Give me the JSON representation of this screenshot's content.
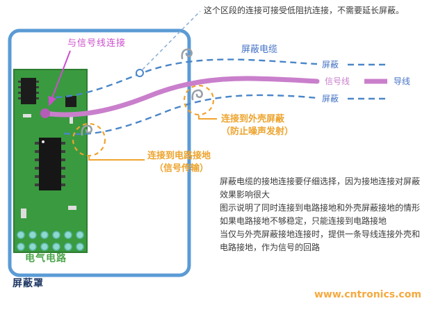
{
  "page": {
    "annotation_top": "这个区段的连接可接受低阻抗连接，不需要延长屏蔽。",
    "labels": {
      "signal_connect": "与信号线连接",
      "shield_cable": "屏蔽电缆",
      "legend_shield_top": "屏蔽",
      "legend_signal": "信号线",
      "legend_wire": "导线",
      "legend_shield_bottom": "屏蔽",
      "connect_enclosure_title": "连接到外壳屏蔽",
      "connect_enclosure_sub": "（防止噪声发射）",
      "connect_ground_title": "连接到电路接地",
      "connect_ground_sub": "（信号传输）",
      "electric_circuit": "电气电路",
      "shield_cover": "屏蔽罩"
    },
    "paragraph": {
      "lines": [
        "屏蔽电缆的接地连接要仔细选择，因为接地连接对屏蔽",
        "效果影响很大",
        "图示说明了同时连接到电路接地和外壳屏蔽接地的情形",
        "如果电路接地不够稳定，只能连接到电路接地",
        "当仅与外壳屏蔽接地连接时，提供一条导线连接外壳和",
        "电路接地，作为信号的回路"
      ]
    },
    "watermark": "www.cntronics.com",
    "colors": {
      "enclosure_blue": "#5b9bd5",
      "shield_line": "#4a86c8",
      "label_blue": "#4472c4",
      "signal_purple": "#c97fcb",
      "signal_dot": "#b45cb8",
      "magenta": "#cc4ecc",
      "accent_orange": "#f0a32e",
      "pcb_green": "#3a9a3f",
      "circuit_green": "#4ca64c",
      "dark_navy": "#1f3864",
      "watermark_orange": "#f5a93f",
      "text_dark": "#3a3a3a",
      "hook_gray": "#9aa0a6"
    }
  }
}
